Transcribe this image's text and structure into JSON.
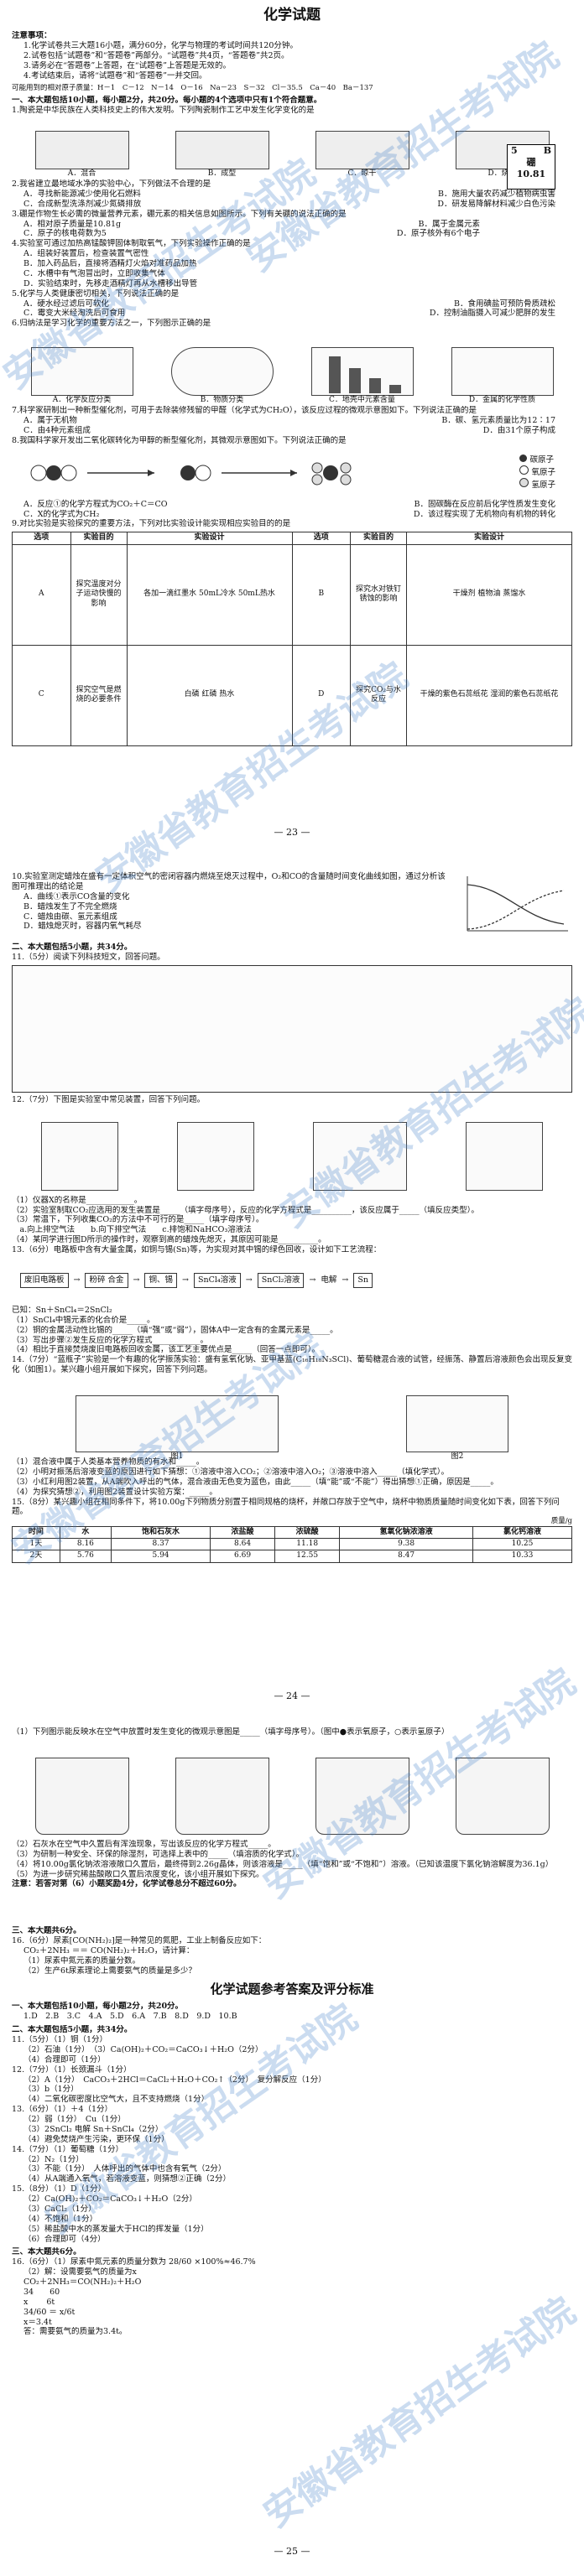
{
  "page1": {
    "title": "化学试题",
    "notice_header": "注意事项：",
    "notices": [
      "1.化学试卷共三大题16小题，满分60分，化学与物理的考试时间共120分钟。",
      "2.试卷包括“试题卷”和“答题卷”两部分。“试题卷”共4页，“答题卷”共2页。",
      "3.请务必在“答题卷”上答题，在“试题卷”上答题是无效的。",
      "4.考试结束后，请将“试题卷”和“答题卷”一并交回。"
    ],
    "atomic_masses": "可能用到的相对原子质量：H－1　C－12　N－14　O－16　Na－23　S－32　Cl－35.5　Ca－40　Ba－137",
    "section1": "一、本大题包括10小题，每小题2分，共20分。每小题的4个选项中只有1个符合题意。",
    "q1": "1.陶瓷是中华民族在人类科技史上的伟大发明。下列陶瓷制作工艺中发生化学变化的是",
    "q1_options": [
      "A．混合",
      "B．成型",
      "C．晾干",
      "D．烧结"
    ],
    "q2": "2.我省建立最地域水净的实验中心，下列做法不合理的是",
    "q2_options": [
      "A．寻找新能源减少使用化石燃料",
      "B．施用大量农药减少植物病虫害",
      "C．合成新型洗涤剂减少氮磷排放",
      "D．研发易降解材料减少白色污染"
    ],
    "q3": "3.硼是作物生长必需的微量营养元素，硼元素的相关信息如图所示。下列有关硼的说法正确的是",
    "q3_options": [
      "A．相对原子质量是10.81g",
      "B．属于金属元素",
      "C．原子的核电荷数为5",
      "D．原子核外有6个电子"
    ],
    "boron": {
      "number": "5",
      "symbol": "B",
      "name": "硼",
      "mass": "10.81"
    },
    "q4": "4.实验室可通过加热高锰酸钾固体制取氧气，下列实验操作正确的是",
    "q4_options": [
      "A．组装好装置后，检查装置气密性",
      "B．加入药品后，直接将酒精灯火焰对准药品加热",
      "C．水槽中有气泡冒出时，立即收集气体",
      "D．实验结束时，先移走酒精灯再从水槽移出导管"
    ],
    "q5": "5.化学与人类健康密切相关，下列说法正确的是",
    "q5_options": [
      "A．硬水经过滤后可软化",
      "B．食用碘盐可预防骨质疏松",
      "C．霉变大米经淘洗后可食用",
      "D．控制油脂摄入可减少肥胖的发生"
    ],
    "q6": "6.归纳法是学习化学的重要方法之一，下列图示正确的是",
    "q6_labels": [
      "A．化学反应分类",
      "B．物质分类",
      "C．地壳中元素含量",
      "D．金属的化学性质"
    ],
    "q7": "7.科学家研制出一种新型催化剂，可用于去除装修残留的甲醛（化学式为CH₂O），该反应过程的微观示意图如下。下列说法正确的是",
    "q7_options": [
      "A．属于无机物",
      "B．碳、氢元素质量比为12∶17",
      "C．由4种元素组成",
      "D．由31个原子构成"
    ],
    "q8": "8.我国科学家开发出二氧化碳转化为甲醇的新型催化剂，其微观示意图如下。下列说法正确的是",
    "q8_legend": [
      "碳原子",
      "氧原子",
      "氢原子"
    ],
    "q8_options": [
      "A．反应①的化学方程式为CO₂＋C＝CO",
      "B．固碳酶在反应前后化学性质发生变化",
      "C．X的化学式为CH₂",
      "D．该过程实现了无机物向有机物的转化"
    ],
    "q9": "9.对比实验是实验探究的重要方法，下列对比实验设计能实现相应实验目的的是",
    "q9_header": [
      "选项",
      "实验目的",
      "实验设计",
      "选项",
      "实验目的",
      "实验设计"
    ],
    "q9_rows": [
      [
        "A",
        "探究温度对分子运动快慢的影响",
        "各加一滴红墨水 50mL冷水 50mL热水",
        "B",
        "探究水对铁钉锈蚀的影响",
        "干燥剂 植物油 蒸馏水"
      ],
      [
        "C",
        "探究空气是燃烧的必要条件",
        "白磷 红磷 热水",
        "D",
        "探究CO₂与水反应",
        "干燥的紫色石蕊纸花 湿润的紫色石蕊纸花"
      ]
    ],
    "page_number": "— 23 —"
  },
  "page2": {
    "q10": "10.实验室测定蜡烛在盛有一定体积空气的密闭容器内燃烧至熄灭过程中，O₂和CO的含量随时间变化曲线如图，通过分析该图可推理出的结论是",
    "q10_options": [
      "A．曲线①表示CO含量的变化",
      "B．蜡烛发生了不完全燃烧",
      "C．蜡烛由碳、氢元素组成",
      "D．蜡烛熄灭时，容器内氧气耗尽"
    ],
    "section2": "二、本大题包括5小题，共34分。",
    "q11": "11.（5分）阅读下列科技短文，回答问题。",
    "q12": "12.（7分）下图是实验室中常见装置，回答下列问题。",
    "q12_sub": [
      "（1）仪器X的名称是____________。",
      "（2）实验室制取CO₂应选用的发生装置是_____（填字母序号），反应的化学方程式是__________，该反应属于_____（填反应类型）。",
      "（3）常温下，下列收集CO₂的方法中不可行的是_____（填字母序号）。",
      "　a.向上排空气法　　b.向下排空气法　　c.排饱和NaHCO₃溶液法",
      "（4）某同学进行图D所示的操作时，观察到高的蜡烛先熄灭，其原因可能是__________。"
    ],
    "q13": "13.（6分）电路板中含有大量金属，如铜与锡(Sn)等，为实现对其中锡的绿色回收，设计如下工艺流程：",
    "q13_flow": [
      "废旧电路板",
      "粉碎 合金",
      "铜、锡",
      "SnCl₄溶液",
      "SnCl₂溶液",
      "电解",
      "Sn"
    ],
    "q13_sub": [
      "已知：Sn＋SnCl₄＝2SnCl₂",
      "（1）SnCl₄中锡元素的化合价是_____。",
      "（2）铜的金属活动性比锡的_____（填“强”或“弱”），固体A中一定含有的金属元素是_____。",
      "（3）写出步骤②发生反应的化学方程式____________。",
      "（4）相比于直接焚烧废旧电路板回收金属，该工艺主要优点是_____（回答一点即可）。"
    ],
    "q14": "14.（7分）“蓝瓶子”实验是一个有趣的化学振荡实验：盛有氢氧化钠、亚甲基蓝(C₁₆H₁₈N₃SCl)、葡萄糖混合液的试管，经振荡、静置后溶液颜色会出现反复变化（如图1）。某兴趣小组开展如下探究，回答下列问题。",
    "q14_sub": [
      "（1）混合液中属于人类基本营养物质的有水和_____。",
      "（2）小明对振荡后溶液变蓝的原因进行如下猜想：①溶液中溶入CO₂；②溶液中溶入O₂；③溶液中溶入_____（填化学式）。",
      "（3）小红利用图2装置，从A端吹入呼出的气体，混合液由无色变为蓝色，由此_____（填“能”或“不能”）得出猜想①正确，原因是_____。",
      "（4）为探究猜想②，利用图2装置设计实验方案：_____。"
    ],
    "q14_figs": [
      "图1",
      "图2"
    ],
    "q15": "15.（8分）某兴趣小组在相同条件下，将10.00g下列物质分别置于相同规格的烧杯，并敞口存放于空气中，烧杯中物质质量随时间变化如下表，回答下列问题。",
    "q15_header": [
      "时间",
      "水",
      "饱和石灰水",
      "浓盐酸",
      "浓硫酸",
      "氢氧化钠浓溶液",
      "氯化钙溶液"
    ],
    "q15_rows": [
      [
        "1天",
        "8.16",
        "8.37",
        "8.64",
        "11.18",
        "9.38",
        "10.25"
      ],
      [
        "2天",
        "5.76",
        "5.94",
        "6.69",
        "12.55",
        "8.47",
        "10.33"
      ]
    ],
    "q15_unit": "质量/g",
    "page_number": "— 24 —"
  },
  "page3": {
    "q15_sub": [
      "（1）下列图示能反映水在空气中放置时发生变化的微观示意图是_____（填字母序号）。（图中●表示氧原子，○表示氢原子）",
      "（2）石灰水在空气中久置后有浑浊现象，写出该反应的化学方程式_____。",
      "（3）为研制一种安全、环保的除湿剂，可选择上表中的_____（填溶质的化学式）。",
      "（4）将10.00g氯化钠浓溶液敞口久置后，最终得到2.26g晶体，则该溶液是_____（填“饱和”或“不饱和”）溶液。（已知该温度下氯化钠溶解度为36.1g）",
      "（5）为进一步研究稀盐酸敞口久置后浓度变化，该小组开展如下探究。"
    ],
    "q15_note": "注意：若答对第（6）小题奖励4分，化学试卷总分不超过60分。",
    "section3": "三、本大题共6分。",
    "q16": "16.（6分）尿素[CO(NH₂)₂]是一种常见的氮肥，工业上制备反应如下：",
    "q16_eq": "CO₂＋2NH₃ ＝＝ CO(NH₂)₂＋H₂O，请计算：",
    "q16_sub": [
      "（1）尿素中氮元素的质量分数。",
      "（2）生产6t尿素理论上需要氨气的质量是多少？"
    ],
    "answer_title": "化学试题参考答案及评分标准",
    "ans_sec1": "一、本大题包括10小题，每小题2分，共20分。",
    "ans_sec1_row": "1.D　2.B　3.C　4.A　5.D　6.A　7.B　8.D　9.D　10.B",
    "ans_sec2": "二、本大题包括5小题，共34分。",
    "answers": [
      "11.（5分）（1）铜（1分）",
      "（2）石油（1分）　（3）Ca(OH)₂＋CO₂＝CaCO₃↓＋H₂O（2分）",
      "（4）合理即可（1分）",
      "12.（7分）（1）长颈漏斗（1分）",
      "（2）A（1分）　CaCO₃＋2HCl＝CaCl₂＋H₂O＋CO₂↑（2分）　复分解反应（1分）",
      "（3）b（1分）",
      "（4）二氧化碳密度比空气大，且不支持燃烧（1分）",
      "13.（6分）（1）＋4（1分）",
      "（2）弱（1分）　Cu（1分）",
      "（3）2SnCl₂ 电解 Sn＋SnCl₄（2分）",
      "（4）避免焚烧产生污染，更环保（1分）",
      "14.（7分）（1）葡萄糖（1分）",
      "（2）N₂（1分）",
      "（3）不能（1分）　人体呼出的气体中也含有氧气（2分）",
      "（4）从A端通入氧气，若溶液变蓝，则猜想②正确（2分）",
      "15.（8分）（1）D（1分）",
      "（2）Ca(OH)₂＋CO₂＝CaCO₃↓＋H₂O（2分）",
      "（3）CaCl₂（1分）",
      "（4）不饱和（1分）",
      "（5）稀盐酸中水的蒸发量大于HCl的挥发量（1分）",
      "（6）合理即可（4分）"
    ],
    "ans_sec3": "三、本大题共6分。",
    "ans16": [
      "16.（6分）（1）尿素中氮元素的质量分数为 28/60 ×100%≈46.7%",
      "（2）解：设需要氨气的质量为x",
      "CO₂＋2NH₃＝CO(NH₂)₂＋H₂O",
      "34　　60",
      "x　　 6t",
      "34/60 ＝ x/6t",
      "x＝3.4t",
      "答：需要氨气的质量为3.4t。"
    ],
    "page_number": "— 25 —"
  },
  "watermark": "安徽省教育招生考试院"
}
